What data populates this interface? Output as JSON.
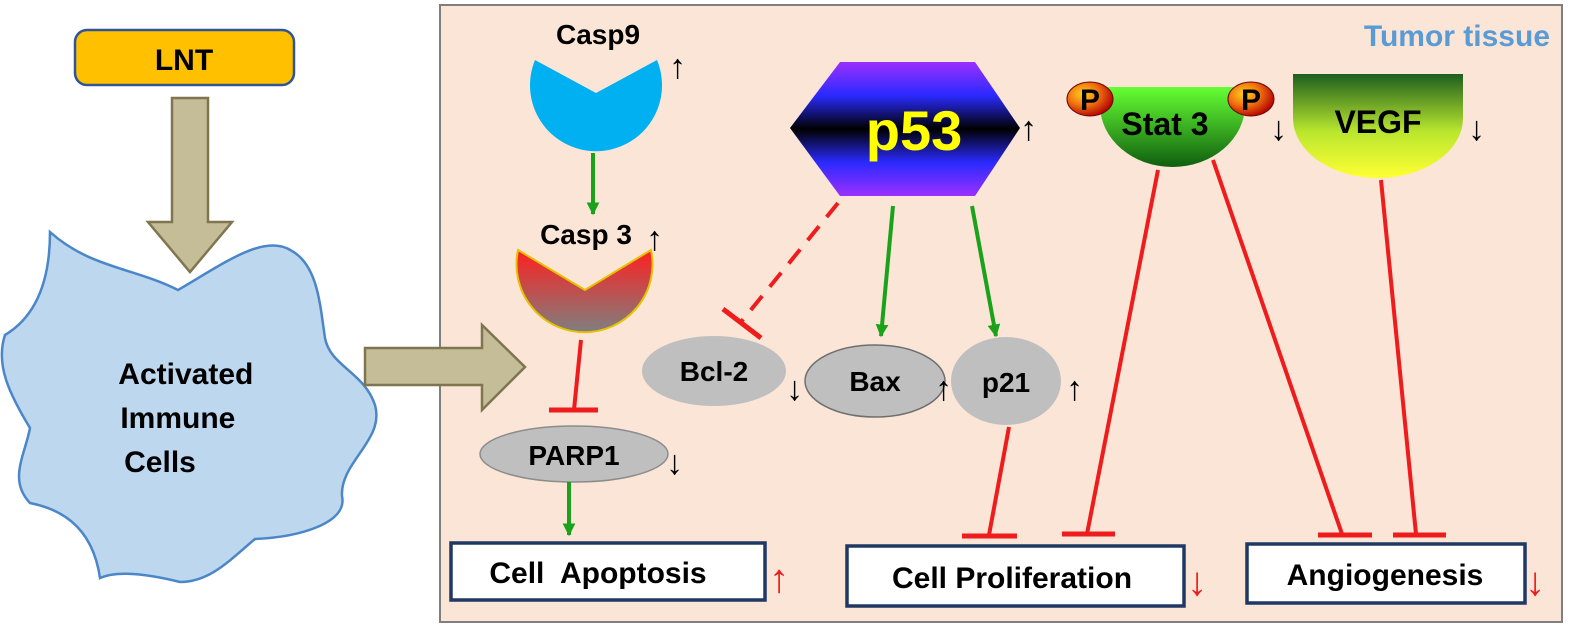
{
  "diagram": {
    "inducer": "LNT",
    "immune_cells": [
      "Activated",
      "Immune",
      "Cells"
    ],
    "region_label": "Tumor tissue",
    "nodes": {
      "casp9": {
        "label": "Casp9",
        "change": "↑"
      },
      "casp3": {
        "label": "Casp 3",
        "change": "↑"
      },
      "parp1": {
        "label": "PARP1",
        "change": "↓"
      },
      "p53": {
        "label": "p53",
        "change": "↑"
      },
      "bcl2": {
        "label": "Bcl-2",
        "change": "↓"
      },
      "bax": {
        "label": "Bax",
        "change": "↑"
      },
      "p21": {
        "label": "p21",
        "change": "↑"
      },
      "stat3": {
        "label": "Stat 3",
        "change": "↓",
        "phospho": "P"
      },
      "vegf": {
        "label": "VEGF",
        "change": "↓"
      }
    },
    "outcomes": {
      "apoptosis": {
        "label": "Cell  Apoptosis",
        "change": "↑"
      },
      "proliferation": {
        "label": "Cell Proliferation",
        "change": "↓"
      },
      "angiogenesis": {
        "label": "Angiogenesis",
        "change": "↓"
      }
    },
    "colors": {
      "activation": "#1aa31a",
      "inhibition": "#ee1c1c",
      "tissue_bg": "#fbe5d6",
      "region_label": "#5b9bd5",
      "outcome_border": "#1f3864",
      "lnt_fill": "#ffc000",
      "cell_fill": "#bdd7ee",
      "block_arrow": "#c4bd97"
    }
  }
}
